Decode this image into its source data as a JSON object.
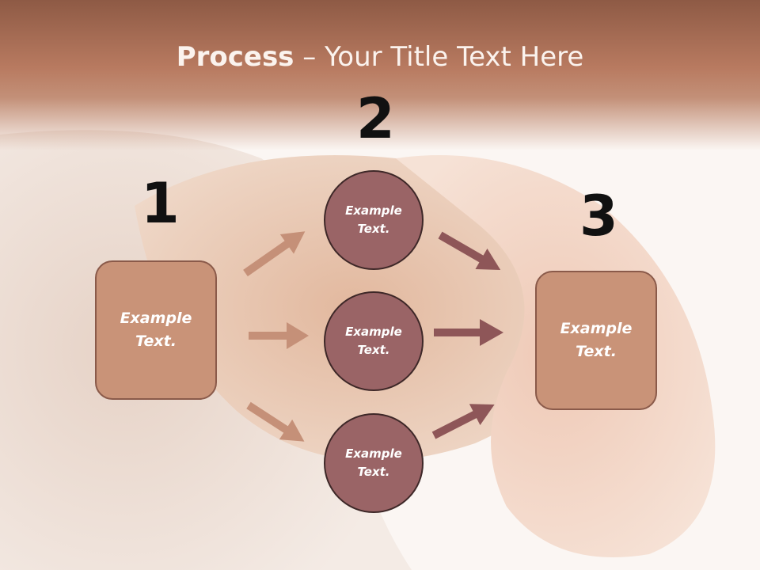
{
  "title": {
    "bold": "Process",
    "rest": " – Your Title Text Here"
  },
  "steps": {
    "one": {
      "number": "1",
      "text": "Example\nText."
    },
    "two": {
      "number": "2"
    },
    "three": {
      "number": "3",
      "text": "Example\nText."
    }
  },
  "circles": [
    {
      "text": "Example\nText."
    },
    {
      "text": "Example\nText."
    },
    {
      "text": "Example\nText."
    }
  ],
  "colors": {
    "title_band": "#b87a60",
    "box_fill": "#c99378",
    "circle_fill": "#9a6466",
    "arrow_left": "#c59078",
    "arrow_right": "#8e5658"
  }
}
